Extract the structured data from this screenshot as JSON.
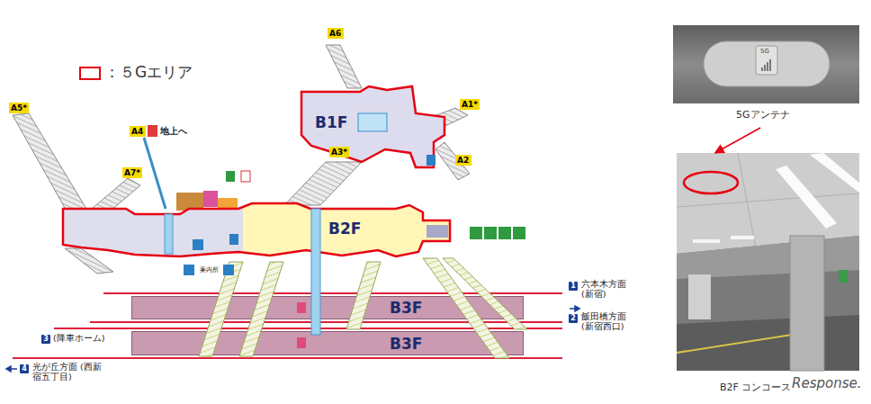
{
  "diagram": {
    "nodes": [
      {
        "text": [
          "A6"
        ]
      },
      {
        "text": [
          "B1F"
        ]
      },
      {
        "text": [
          "A1*"
        ]
      },
      {
        "text": [
          "A5*"
        ]
      },
      {
        "text": [
          "A4"
        ]
      },
      {
        "text": [
          "A7*"
        ]
      },
      {
        "text": [
          "A3*"
        ]
      },
      {
        "text": [
          "A2"
        ]
      },
      {
        "text": [
          "B2F"
        ]
      },
      {
        "text": [
          "B3F"
        ]
      },
      {
        "text": [
          "B3F"
        ]
      },
      {
        "text": [
          "5G",
          "5Gアンテナ"
        ]
      },
      {
        "text": [
          "B2F コンコース"
        ]
      }
    ],
    "edges": [
      {
        "from": 11,
        "to": 12,
        "arrow": "to"
      }
    ],
    "labels": [
      "地上へ",
      "案内所",
      "1",
      "六本木方面 (新宿)",
      "2",
      "飯田橋方面 (新宿西口)",
      "3",
      "(降車ホーム)",
      "4",
      "光が丘方面 (西新宿五丁目)",
      "Response."
    ],
    "legend": [
      {
        "text": "：５Gエリア"
      }
    ]
  }
}
